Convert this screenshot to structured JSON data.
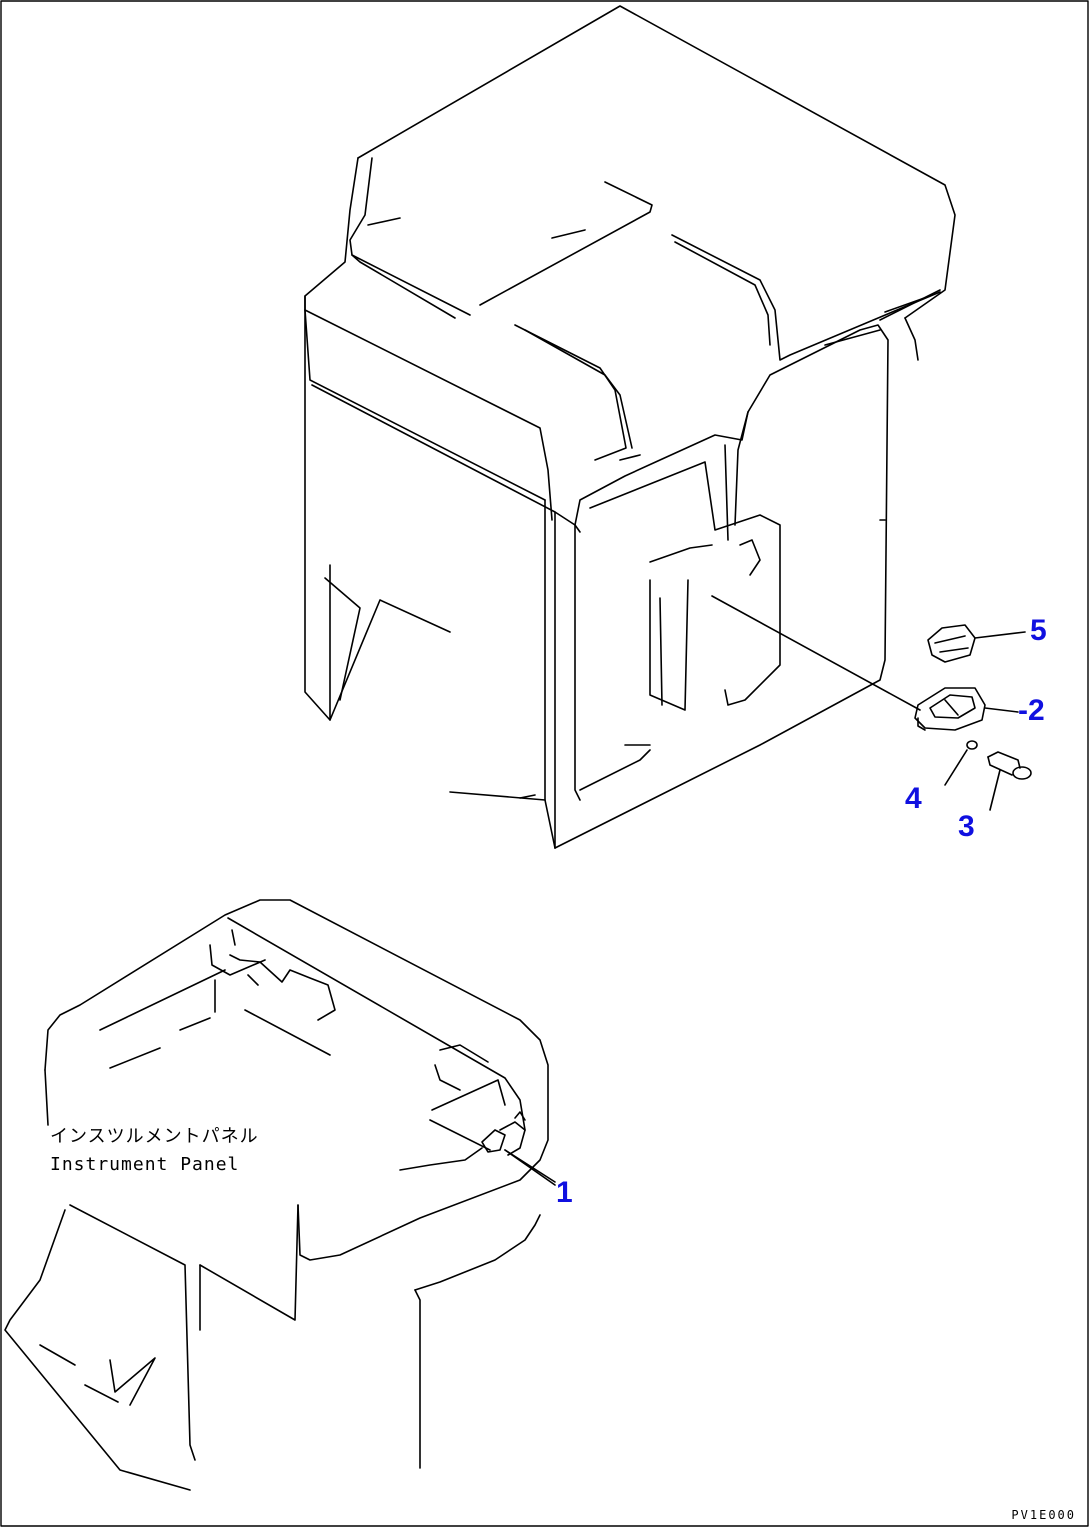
{
  "callouts": [
    {
      "id": "1",
      "label": "1"
    },
    {
      "id": "2",
      "label": "-2"
    },
    {
      "id": "3",
      "label": "3"
    },
    {
      "id": "4",
      "label": "4"
    },
    {
      "id": "5",
      "label": "5"
    }
  ],
  "panel_label": {
    "japanese": "インスツルメントパネル",
    "english": "Instrument Panel"
  },
  "drawing_code": "PV1E000",
  "colors": {
    "line": "#000000",
    "callout": "#1010e0",
    "background": "#ffffff"
  }
}
